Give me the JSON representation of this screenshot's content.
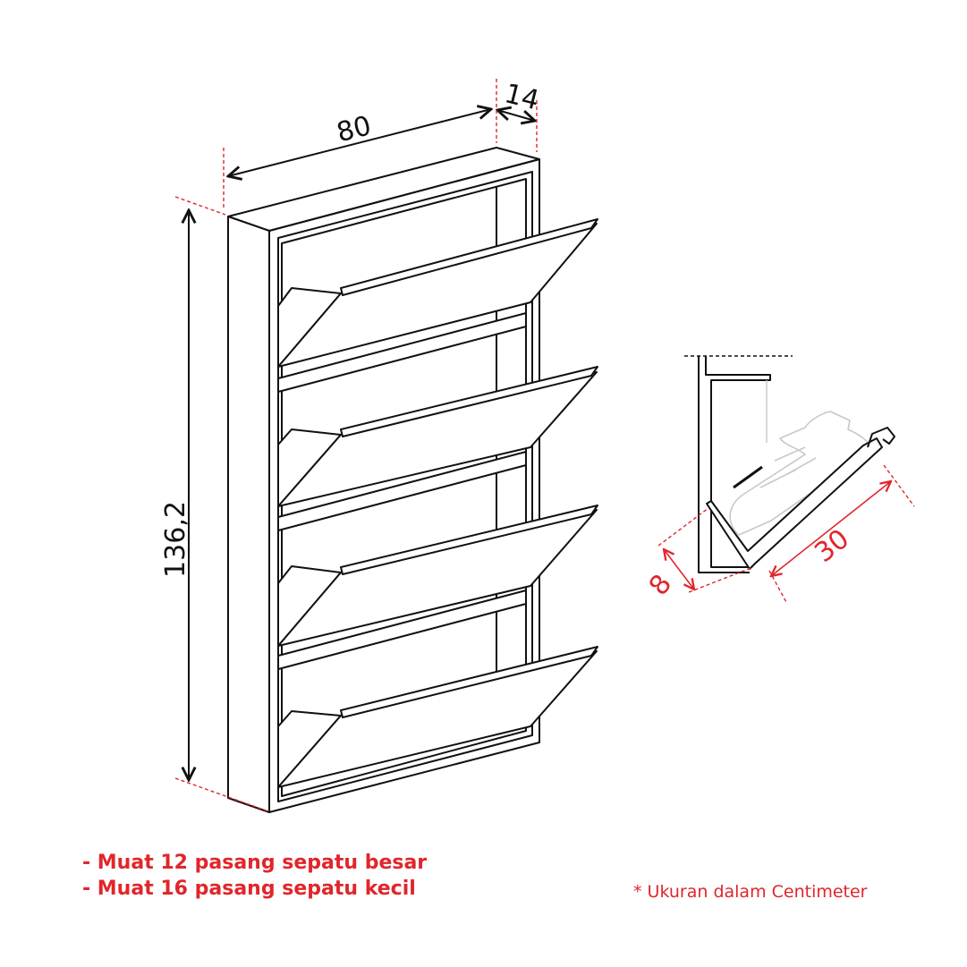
{
  "dimensions": {
    "width": "80",
    "depth": "14",
    "height": "136,2",
    "shelf_gap": "8",
    "shelf_length": "30"
  },
  "features": [
    "- Muat 12 pasang sepatu besar",
    "- Muat 16 pasang sepatu kecil"
  ],
  "note": "* Ukuran dalam Centimeter",
  "colors": {
    "accent": "#e0262b",
    "line": "#111111",
    "shoe_outline": "#c8c8c8"
  }
}
